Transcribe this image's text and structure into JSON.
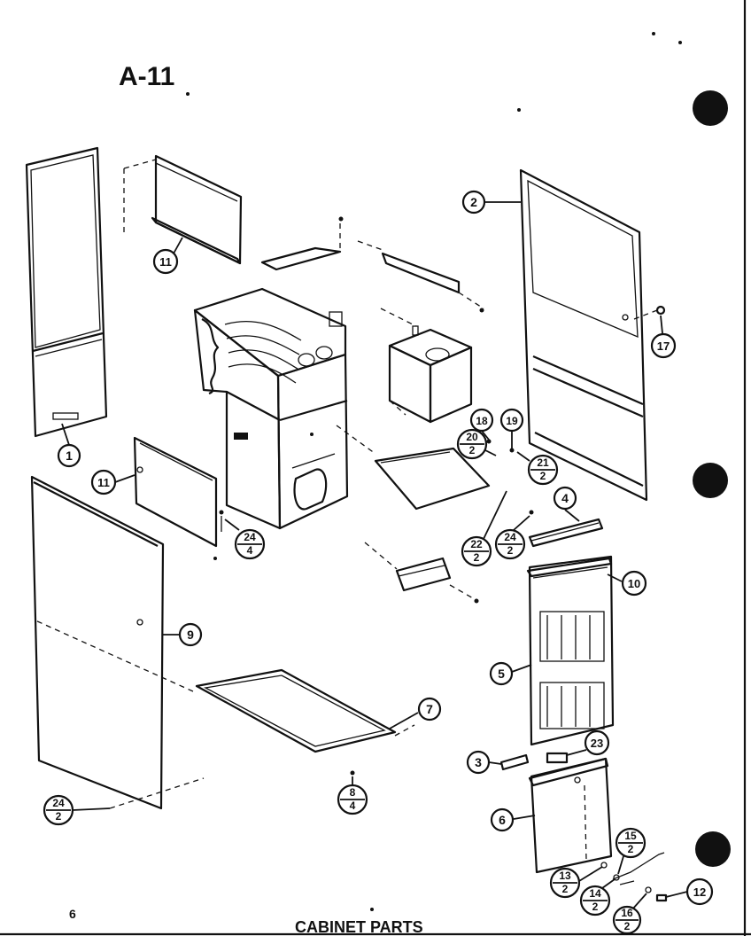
{
  "diagram_id": "A-11",
  "caption": "CABINET PARTS",
  "page_number": "6",
  "callouts": [
    {
      "num": "1"
    },
    {
      "num": "2"
    },
    {
      "num": "3"
    },
    {
      "num": "4"
    },
    {
      "num": "5"
    },
    {
      "num": "6"
    },
    {
      "num": "7"
    },
    {
      "num": "8",
      "den": "4"
    },
    {
      "num": "9"
    },
    {
      "num": "10"
    },
    {
      "num": "11"
    },
    {
      "num": "11"
    },
    {
      "num": "12"
    },
    {
      "num": "13",
      "den": "2"
    },
    {
      "num": "14",
      "den": "2"
    },
    {
      "num": "15",
      "den": "2"
    },
    {
      "num": "16",
      "den": "2"
    },
    {
      "num": "17"
    },
    {
      "num": "18"
    },
    {
      "num": "19"
    },
    {
      "num": "20",
      "den": "2"
    },
    {
      "num": "21",
      "den": "2"
    },
    {
      "num": "22",
      "den": "2"
    },
    {
      "num": "23"
    },
    {
      "num": "24",
      "den": "4"
    },
    {
      "num": "24",
      "den": "2"
    },
    {
      "num": "24",
      "den": "2"
    }
  ]
}
